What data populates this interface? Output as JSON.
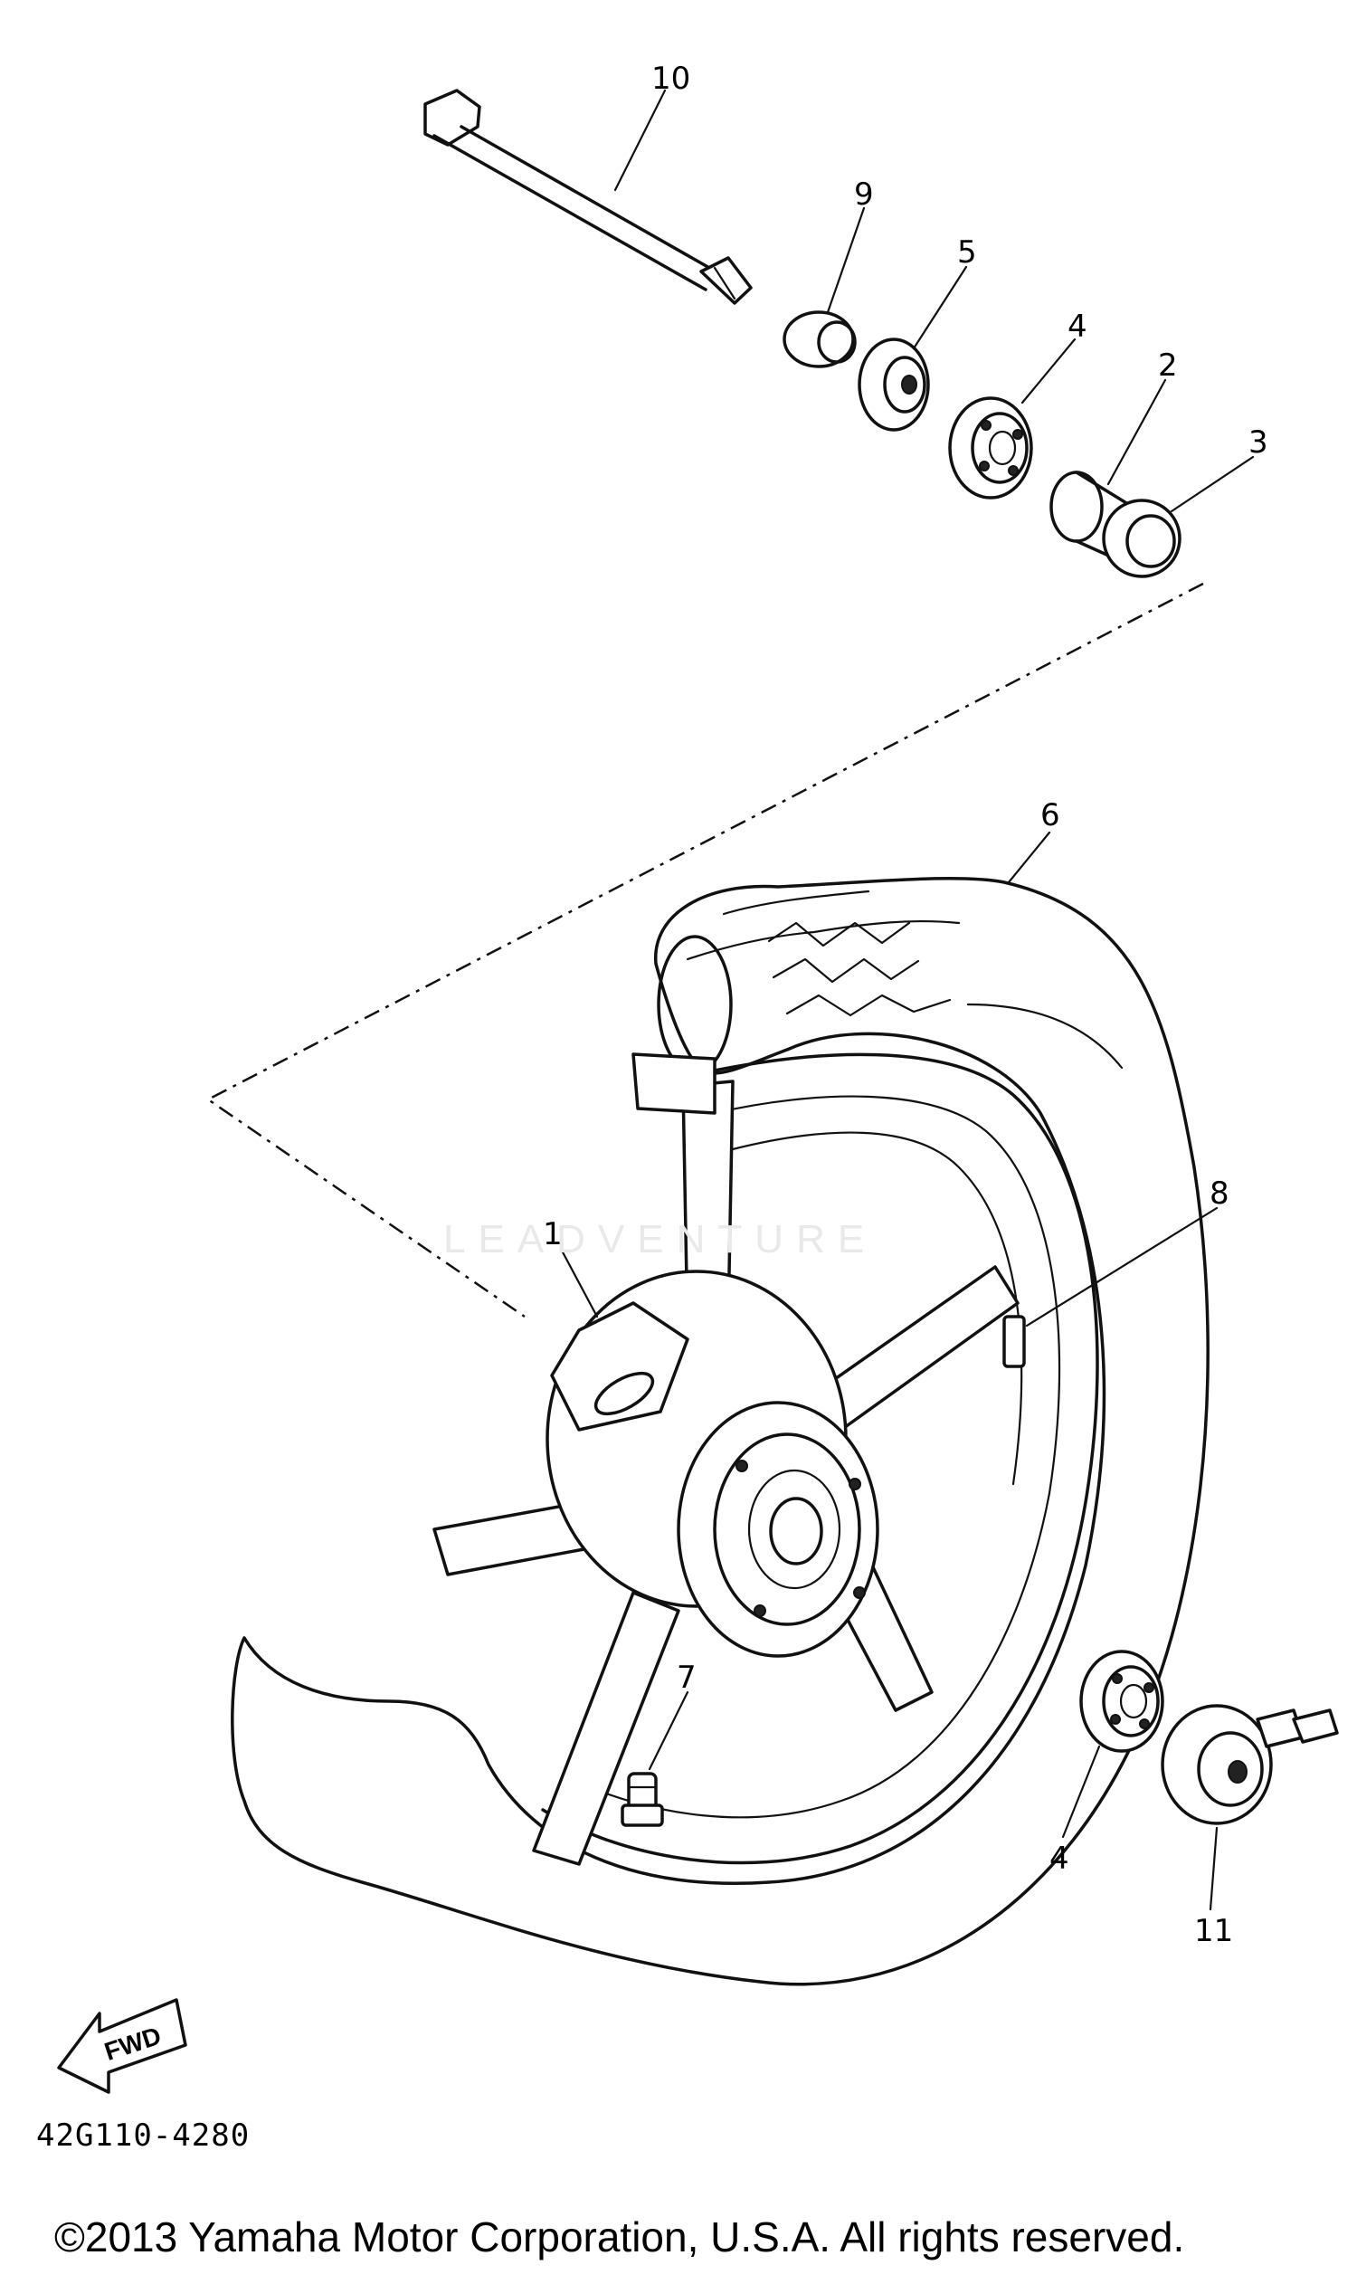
{
  "diagram": {
    "callouts": {
      "p1": "1",
      "p2": "2",
      "p3": "3",
      "p4a": "4",
      "p4b": "4",
      "p5": "5",
      "p6": "6",
      "p7": "7",
      "p8": "8",
      "p9": "9",
      "p10": "10",
      "p11": "11"
    },
    "fwd_arrow_label": "FWD",
    "diagram_code": "42G110-4280",
    "watermark": "LEADVENTURE"
  },
  "footer": {
    "copyright": "©2013 Yamaha Motor Corporation, U.S.A. All rights reserved."
  }
}
